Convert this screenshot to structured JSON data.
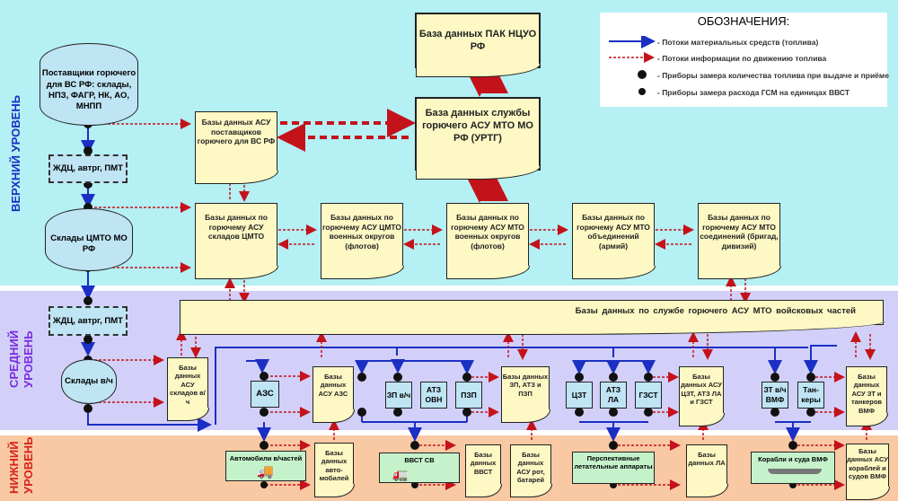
{
  "levels": {
    "top": "ВЕРХНИЙ  УРОВЕНЬ",
    "middle_line1": "СРЕДНИЙ",
    "middle_line2": "УРОВЕНЬ",
    "lower_line1": "НИЖНИЙ",
    "lower_line2": "УРОВЕНЬ"
  },
  "colors": {
    "top_band": "#b4f0f4",
    "middle_band": "#d2d0f8",
    "lower_band": "#f9c9a3",
    "material_flow": "#1b2fc4",
    "info_flow": "#c4121b",
    "document": "#fdf8c4",
    "storage": "#bfe4f4",
    "vehicle": "#c6f2cb"
  },
  "legend": {
    "title": "ОБОЗНАЧЕНИЯ:",
    "items": [
      "- Потоки материальных средств (топлива)",
      "- Потоки информации  по движению топлива",
      "- Приборы замера количества топлива при выдаче и приёме",
      "- Приборы замера расхода ГСМ на единицах ВВСТ"
    ]
  },
  "top": {
    "pak": "База данных ПАК НЦУО РФ",
    "urtg": "База данных службы горючего АСУ МТО МО РФ (УРТГ)",
    "suppliers": "Поставщики горючего для ВС РФ: склады, НПЗ, ФАГР, НК, АО, МНПП",
    "transport1": "ЖДЦ, автрг, ПМТ",
    "cmto": "Склады ЦМТО МО РФ",
    "db_suppliers": "Базы данных АСУ поставщиков горючего для ВС РФ",
    "db_cmto": "Базы данных по горючему АСУ складов ЦМТО",
    "db_cmto_districts": "Базы данных по горючему АСУ ЦМТО военных округов (флотов)",
    "db_mto_districts": "Базы данных по горючему АСУ МТО военных округов (флотов)",
    "db_armies": "Базы данных по горючему АСУ МТО объединений (армий)",
    "db_brigades": "Базы данных по горючему АСУ МТО соединений (бригад, дивизий)"
  },
  "middle": {
    "banner": "Базы данных  по  службе  горючего  АСУ  МТО   войсковых  частей",
    "transport2": "ЖДЦ, автрг, ПМТ",
    "unit_store": "Склады в/ч",
    "db_unit_store": "Базы данных АСУ складов в/ч",
    "azs": "АЗС",
    "db_azs": "Базы данных АСУ АЗС",
    "zp": "ЗП в/ч",
    "atz_ovn": "АТЗ ОВН",
    "pzp": "ПЗП",
    "db_zp": "Базы данных ЗП, АТЗ и ПЗП",
    "czt": "ЦЗТ",
    "atz_la": "АТЗ ЛА",
    "gzst": "ГЗСТ",
    "db_czt": "Базы данных АСУ ЦЗТ, АТЗ ЛА и ГЗСТ",
    "zt_vmf": "ЗТ в/ч ВМФ",
    "tankers": "Тан-керы",
    "db_zt": "Базы данных АСУ ЗТ и танкеров ВМФ"
  },
  "lower": {
    "cars": "Автомобили в/частей",
    "db_cars": "Базы данных авто-мобилей",
    "vvst": "ВВСТ  СВ",
    "db_vvst": "Базы данных ВВСТ",
    "db_companies": "Базы данных АСУ рот, батарей",
    "aircraft": "Перспективные летательные аппараты",
    "db_la": "Базы данных ЛА",
    "ships": "Корабли и суда ВМФ",
    "db_ships": "Базы данных АСУ кораблей и судов ВМФ"
  }
}
